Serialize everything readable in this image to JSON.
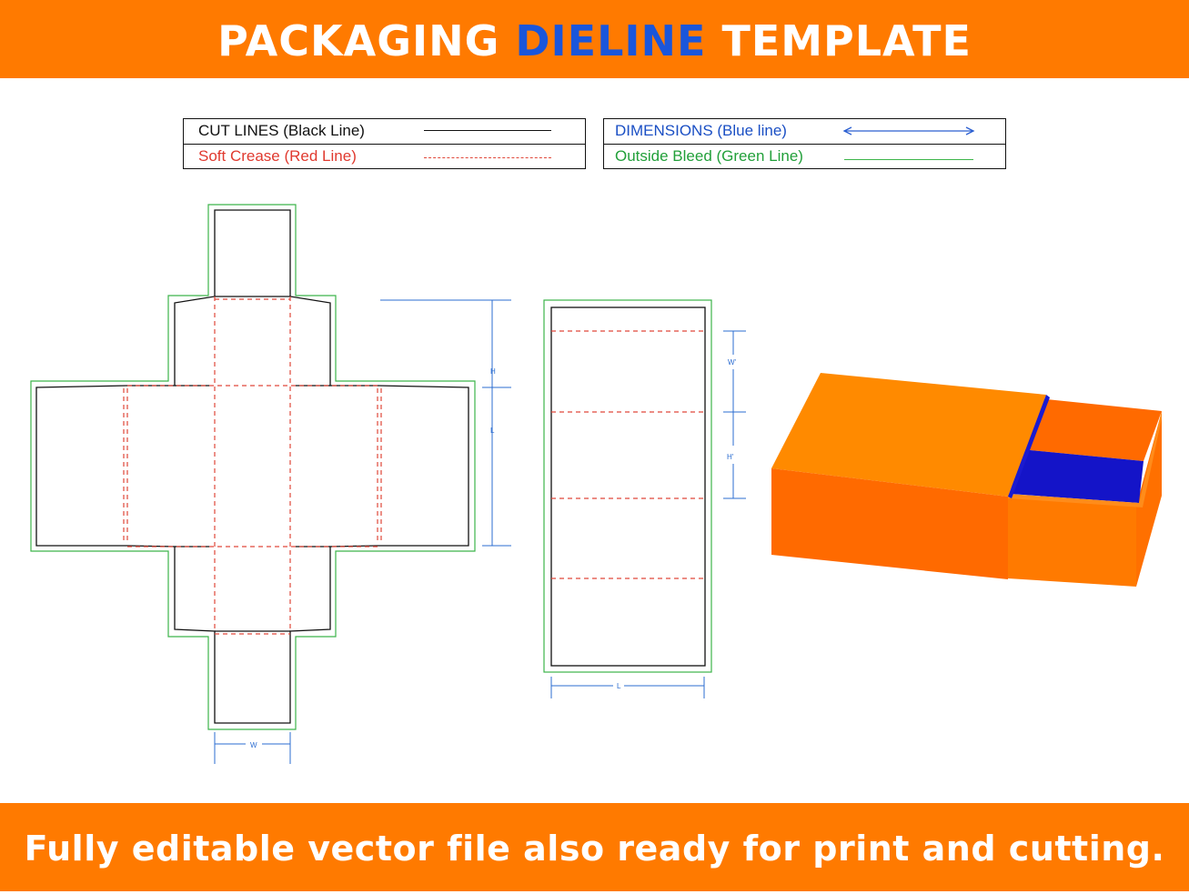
{
  "header": {
    "title_part1": "PACKAGING ",
    "title_accent": "DIELINE",
    "title_part2": " TEMPLATE"
  },
  "legend": {
    "cut": "CUT LINES (Black Line)",
    "crease": "Soft Crease (Red Line)",
    "dimensions": "DIMENSIONS (Blue line)",
    "bleed": "Outside Bleed (Green Line)"
  },
  "dimension_labels": {
    "tray_height": "H",
    "tray_length": "L",
    "tray_width": "W",
    "sleeve_width": "W'",
    "sleeve_height": "H'",
    "sleeve_length": "L"
  },
  "footer": {
    "text": "Fully editable vector file also ready for print and cutting."
  },
  "colors": {
    "brand_orange": "#ff7a00",
    "accent_blue": "#1a56db",
    "cut": "#111111",
    "crease": "#e0483a",
    "dimension": "#2b6cd1",
    "bleed": "#3cb54a",
    "box_front": "#ff6a00",
    "box_top": "#ff8a00",
    "drawer_inner": "#1010c8"
  }
}
